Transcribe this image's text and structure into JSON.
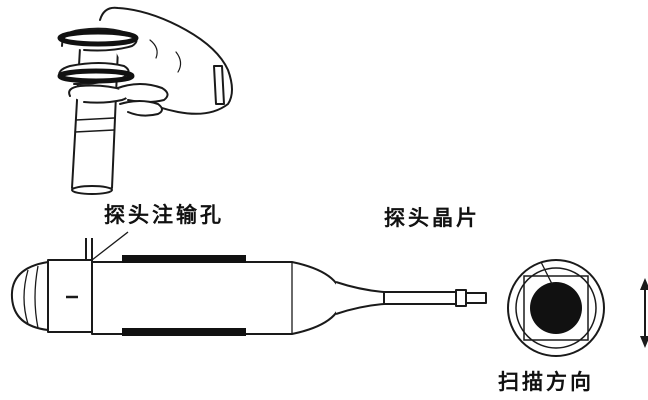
{
  "labels": {
    "injection_port": "探头注输孔",
    "probe_crystal": "探头晶片",
    "scan_direction": "扫描方向"
  },
  "colors": {
    "line": "#1a1a1a",
    "fill_dark": "#111111",
    "background": "#ffffff"
  },
  "icons": {
    "hand": "hand-holding-tube-icon",
    "probe": "ultrasound-probe-icon",
    "crystal": "probe-crystal-icon",
    "arrow": "double-arrow-icon"
  }
}
